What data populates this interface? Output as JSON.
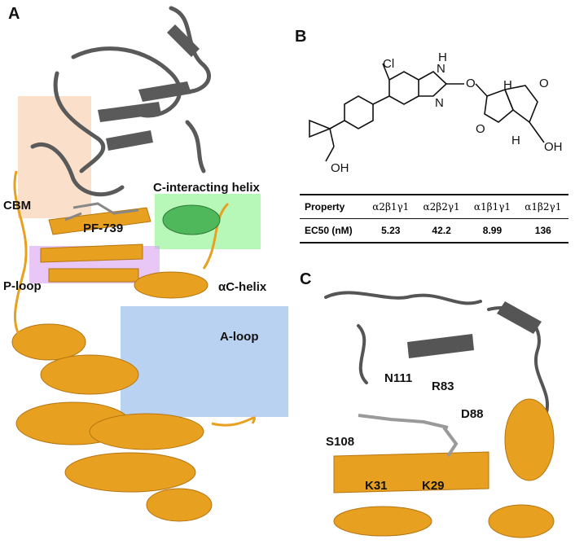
{
  "panels": {
    "a": "A",
    "b": "B",
    "c": "C"
  },
  "panel_a_labels": {
    "cbm": "CBM",
    "ligand": "PF-739",
    "c_helix": "C-interacting helix",
    "p_loop": "P-loop",
    "ac_helix": "αC-helix",
    "a_loop": "A-loop"
  },
  "chemistry": {
    "cl": "Cl",
    "h_nh": "H",
    "n1": "N",
    "n2": "N",
    "o_link": "O",
    "h1": "H",
    "h2": "H",
    "o_ring1": "O",
    "o_ring2": "O",
    "oh1": "OH",
    "oh2": "OH"
  },
  "table": {
    "headers": [
      "Property",
      "α2β1γ1",
      "α2β2γ1",
      "α1β1γ1",
      "α1β2γ1"
    ],
    "row_label": "EC50 (nM)",
    "values": [
      "5.23",
      "42.2",
      "8.99",
      "136"
    ]
  },
  "panel_c_labels": {
    "n111": "N111",
    "r83": "R83",
    "d88": "D88",
    "s108": "S108",
    "k31": "K31",
    "k29": "K29"
  },
  "colors": {
    "gold": "#e8a020",
    "gray": "#555555",
    "cbm_box": "#f5c6a0",
    "helix_box": "#7cf07c",
    "ploop_box": "#d8a0f0",
    "aloop_box": "#8ab4e8"
  }
}
